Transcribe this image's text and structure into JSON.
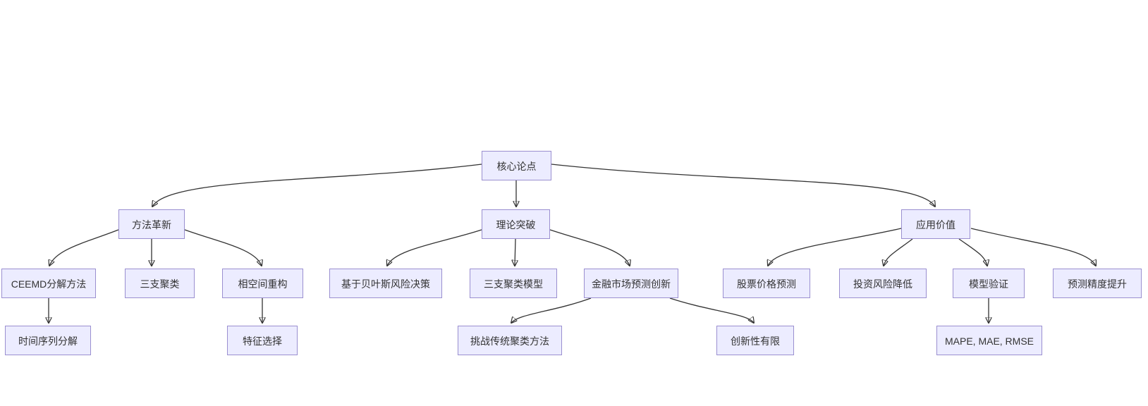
{
  "diagram": {
    "type": "flowchart-top-down",
    "background_color": "#ffffff",
    "node_fill_color": "#ECECFF",
    "node_border_color": "#9a8fd0",
    "edge_color": "#333333",
    "text_color": "#333333",
    "nodes": {
      "core_thesis": {
        "label": "核心论点"
      },
      "method_innovation": {
        "label": "方法革新"
      },
      "theory_breakthrough": {
        "label": "理论突破"
      },
      "application_value": {
        "label": "应用价值"
      },
      "ceemd_decomposition": {
        "label": "CEEMD分解方法"
      },
      "three_way_clustering": {
        "label": "三支聚类"
      },
      "phase_space_reconstruction": {
        "label": "相空间重构"
      },
      "bayesian_risk_decision": {
        "label": "基于贝叶斯风险决策"
      },
      "three_way_clustering_model": {
        "label": "三支聚类模型"
      },
      "financial_forecast_innovation": {
        "label": "金融市场预测创新"
      },
      "stock_price_prediction": {
        "label": "股票价格预测"
      },
      "investment_risk_reduction": {
        "label": "投资风险降低"
      },
      "model_validation": {
        "label": "模型验证"
      },
      "forecast_accuracy_improvement": {
        "label": "预测精度提升"
      },
      "time_series_decomposition": {
        "label": "时间序列分解"
      },
      "feature_selection": {
        "label": "特征选择"
      },
      "challenge_traditional_clustering": {
        "label": "挑战传统聚类方法"
      },
      "limited_innovation": {
        "label": "创新性有限"
      },
      "evaluation_metrics": {
        "label": "MAPE, MAE, RMSE"
      }
    },
    "edges": [
      {
        "from": "core_thesis",
        "to": "method_innovation"
      },
      {
        "from": "core_thesis",
        "to": "theory_breakthrough"
      },
      {
        "from": "core_thesis",
        "to": "application_value"
      },
      {
        "from": "method_innovation",
        "to": "ceemd_decomposition"
      },
      {
        "from": "method_innovation",
        "to": "three_way_clustering"
      },
      {
        "from": "method_innovation",
        "to": "phase_space_reconstruction"
      },
      {
        "from": "theory_breakthrough",
        "to": "bayesian_risk_decision"
      },
      {
        "from": "theory_breakthrough",
        "to": "three_way_clustering_model"
      },
      {
        "from": "theory_breakthrough",
        "to": "financial_forecast_innovation"
      },
      {
        "from": "financial_forecast_innovation",
        "to": "challenge_traditional_clustering"
      },
      {
        "from": "financial_forecast_innovation",
        "to": "limited_innovation"
      },
      {
        "from": "application_value",
        "to": "stock_price_prediction"
      },
      {
        "from": "application_value",
        "to": "investment_risk_reduction"
      },
      {
        "from": "application_value",
        "to": "model_validation"
      },
      {
        "from": "application_value",
        "to": "forecast_accuracy_improvement"
      },
      {
        "from": "ceemd_decomposition",
        "to": "time_series_decomposition"
      },
      {
        "from": "phase_space_reconstruction",
        "to": "feature_selection"
      },
      {
        "from": "model_validation",
        "to": "evaluation_metrics"
      }
    ]
  }
}
